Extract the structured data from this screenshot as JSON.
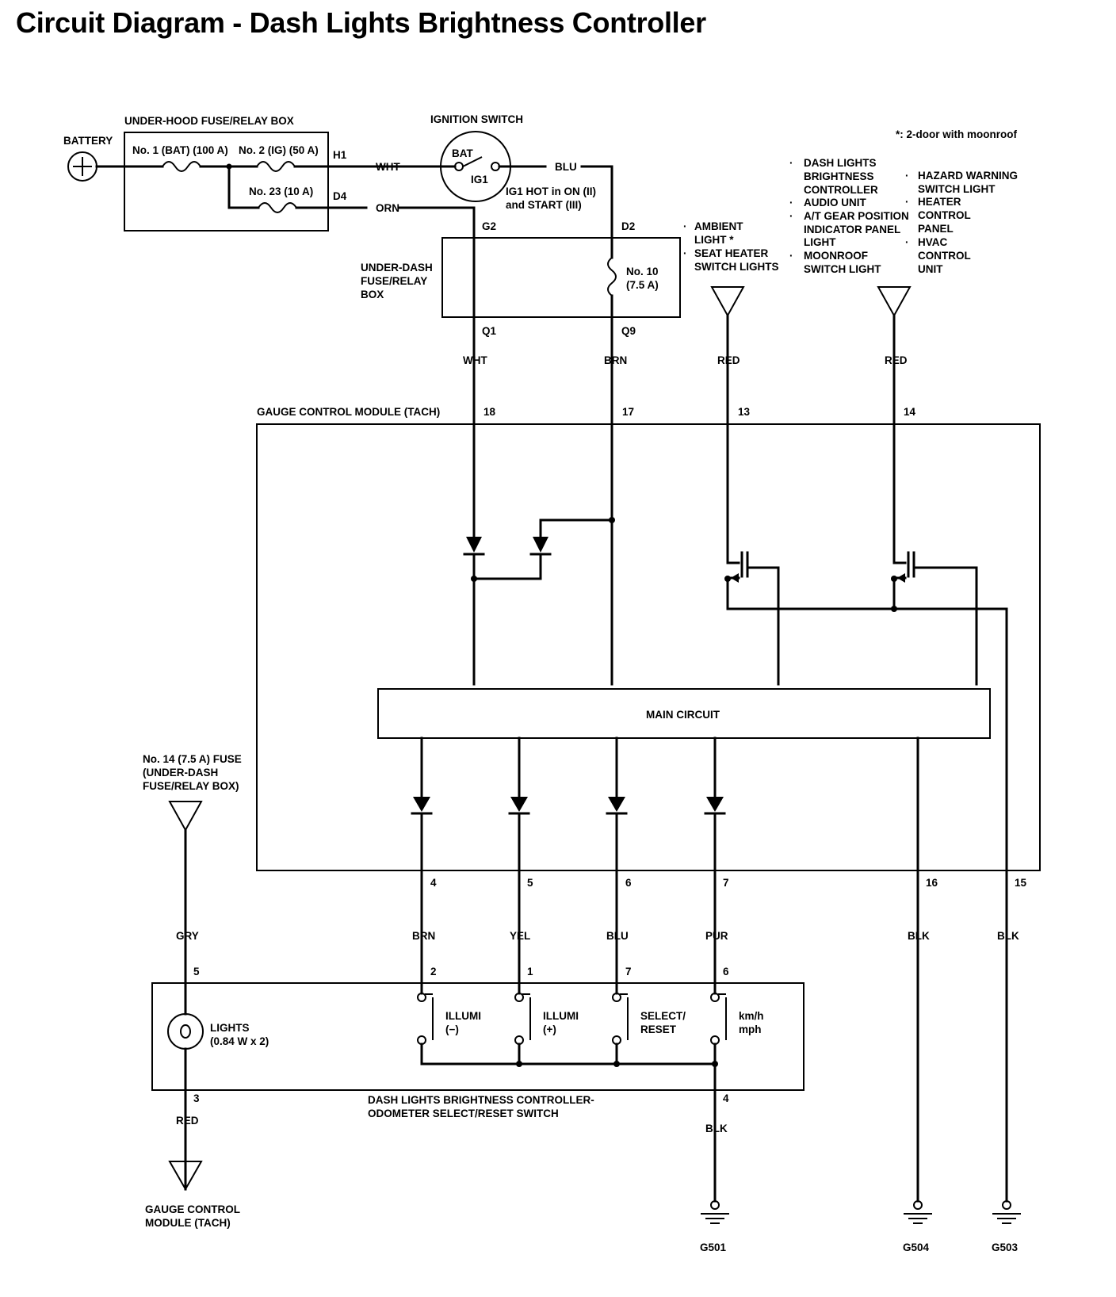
{
  "title": "Circuit Diagram - Dash Lights Brightness Controller",
  "note": "*: 2-door with moonroof",
  "battery": "BATTERY",
  "underhood": {
    "title": "UNDER-HOOD FUSE/RELAY BOX",
    "fuse1": "No. 1 (BAT) (100 A)",
    "fuse2": "No. 2 (IG) (50 A)",
    "fuse23": "No. 23 (10 A)",
    "h1": "H1",
    "d4": "D4"
  },
  "ignition": {
    "title": "IGNITION SWITCH",
    "bat": "BAT",
    "ig1": "IG1",
    "note1": "IG1 HOT in ON (II)",
    "note2": "and START (III)"
  },
  "wires": {
    "wht1": "WHT",
    "orn": "ORN",
    "blu1": "BLU",
    "wht2": "WHT",
    "brn1": "BRN",
    "red1": "RED",
    "red2": "RED",
    "gry": "GRY",
    "brn2": "BRN",
    "yel": "YEL",
    "blu2": "BLU",
    "pur": "PUR",
    "blk1": "BLK",
    "blk2": "BLK",
    "red3": "RED",
    "blk3": "BLK"
  },
  "underdash": {
    "l1": "UNDER-DASH",
    "l2": "FUSE/RELAY",
    "l3": "BOX",
    "g2": "G2",
    "d2": "D2",
    "q1": "Q1",
    "q9": "Q9",
    "fuse10a": "No. 10",
    "fuse10b": "(7.5 A)"
  },
  "loads1": {
    "b1": "·",
    "l1": "AMBIENT",
    "l2": "LIGHT *",
    "b2": "·",
    "l3": "SEAT HEATER",
    "l4": "SWITCH LIGHTS"
  },
  "loads2": {
    "col1": [
      "DASH LIGHTS",
      "BRIGHTNESS",
      "CONTROLLER",
      "AUDIO UNIT",
      "A/T GEAR POSITION",
      "INDICATOR PANEL",
      "LIGHT",
      "MOONROOF",
      "SWITCH LIGHT"
    ],
    "col2": [
      "HAZARD WARNING",
      "SWITCH LIGHT",
      "HEATER",
      "CONTROL",
      "PANEL",
      "HVAC",
      "CONTROL",
      "UNIT"
    ],
    "bullet": "·"
  },
  "gcm": {
    "title": "GAUGE CONTROL MODULE (TACH)",
    "pins_top": [
      "18",
      "17",
      "13",
      "14"
    ],
    "main": "MAIN CIRCUIT",
    "pins_bottom": [
      "4",
      "5",
      "6",
      "7",
      "16",
      "15"
    ]
  },
  "fuse14": {
    "l1": "No. 14 (7.5 A) FUSE",
    "l2": "(UNDER-DASH",
    "l3": "FUSE/RELAY BOX)"
  },
  "controller": {
    "pins": [
      "5",
      "2",
      "1",
      "7",
      "6"
    ],
    "lights1": "LIGHTS",
    "lights2": "(0.84 W x 2)",
    "sw1a": "ILLUMI",
    "sw1b": "(−)",
    "sw2a": "ILLUMI",
    "sw2b": "(+)",
    "sw3a": "SELECT/",
    "sw3b": "RESET",
    "sw4a": "km/h",
    "sw4b": "mph",
    "title1": "DASH LIGHTS BRIGHTNESS CONTROLLER-",
    "title2": "ODOMETER SELECT/RESET SWITCH",
    "pin3": "3",
    "pin4": "4"
  },
  "gcm_bottom": {
    "l1": "GAUGE CONTROL",
    "l2": "MODULE (TACH)"
  },
  "grounds": [
    "G501",
    "G504",
    "G503"
  ]
}
